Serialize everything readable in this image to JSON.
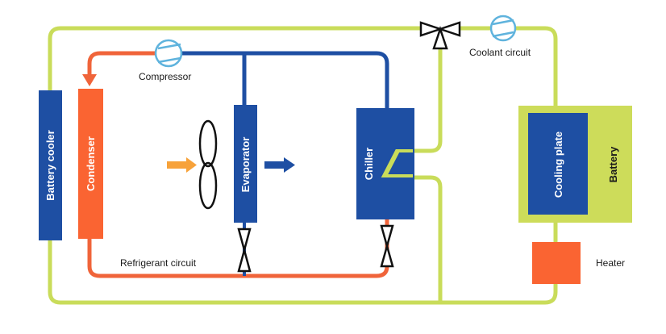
{
  "labels": {
    "battery_cooler": "Battery cooler",
    "condenser": "Condenser",
    "evaporator": "Evaporator",
    "chiller": "Chiller",
    "cooling_plate": "Cooling plate",
    "battery": "Battery",
    "compressor": "Compressor",
    "coolant_circuit": "Coolant circuit",
    "refrigerant_circuit": "Refrigerant circuit",
    "heater": "Heater"
  },
  "colors": {
    "refrigerant_hot": "#f0643a",
    "refrigerant_cold": "#1e4fa3",
    "coolant": "#c9dc5a",
    "component_blue": "#1e4fa3",
    "component_orange": "#fa6432",
    "battery_green": "#cddc5a",
    "pump_blue": "#5fb3dd",
    "airflow_orange": "#f7a23a"
  },
  "icons": {
    "compressor": "pump-icon",
    "coolant_pump": "pump-icon",
    "fan": "fan-icon",
    "valve": "expansion-valve-icon",
    "three_way_valve": "three-way-valve-icon"
  }
}
